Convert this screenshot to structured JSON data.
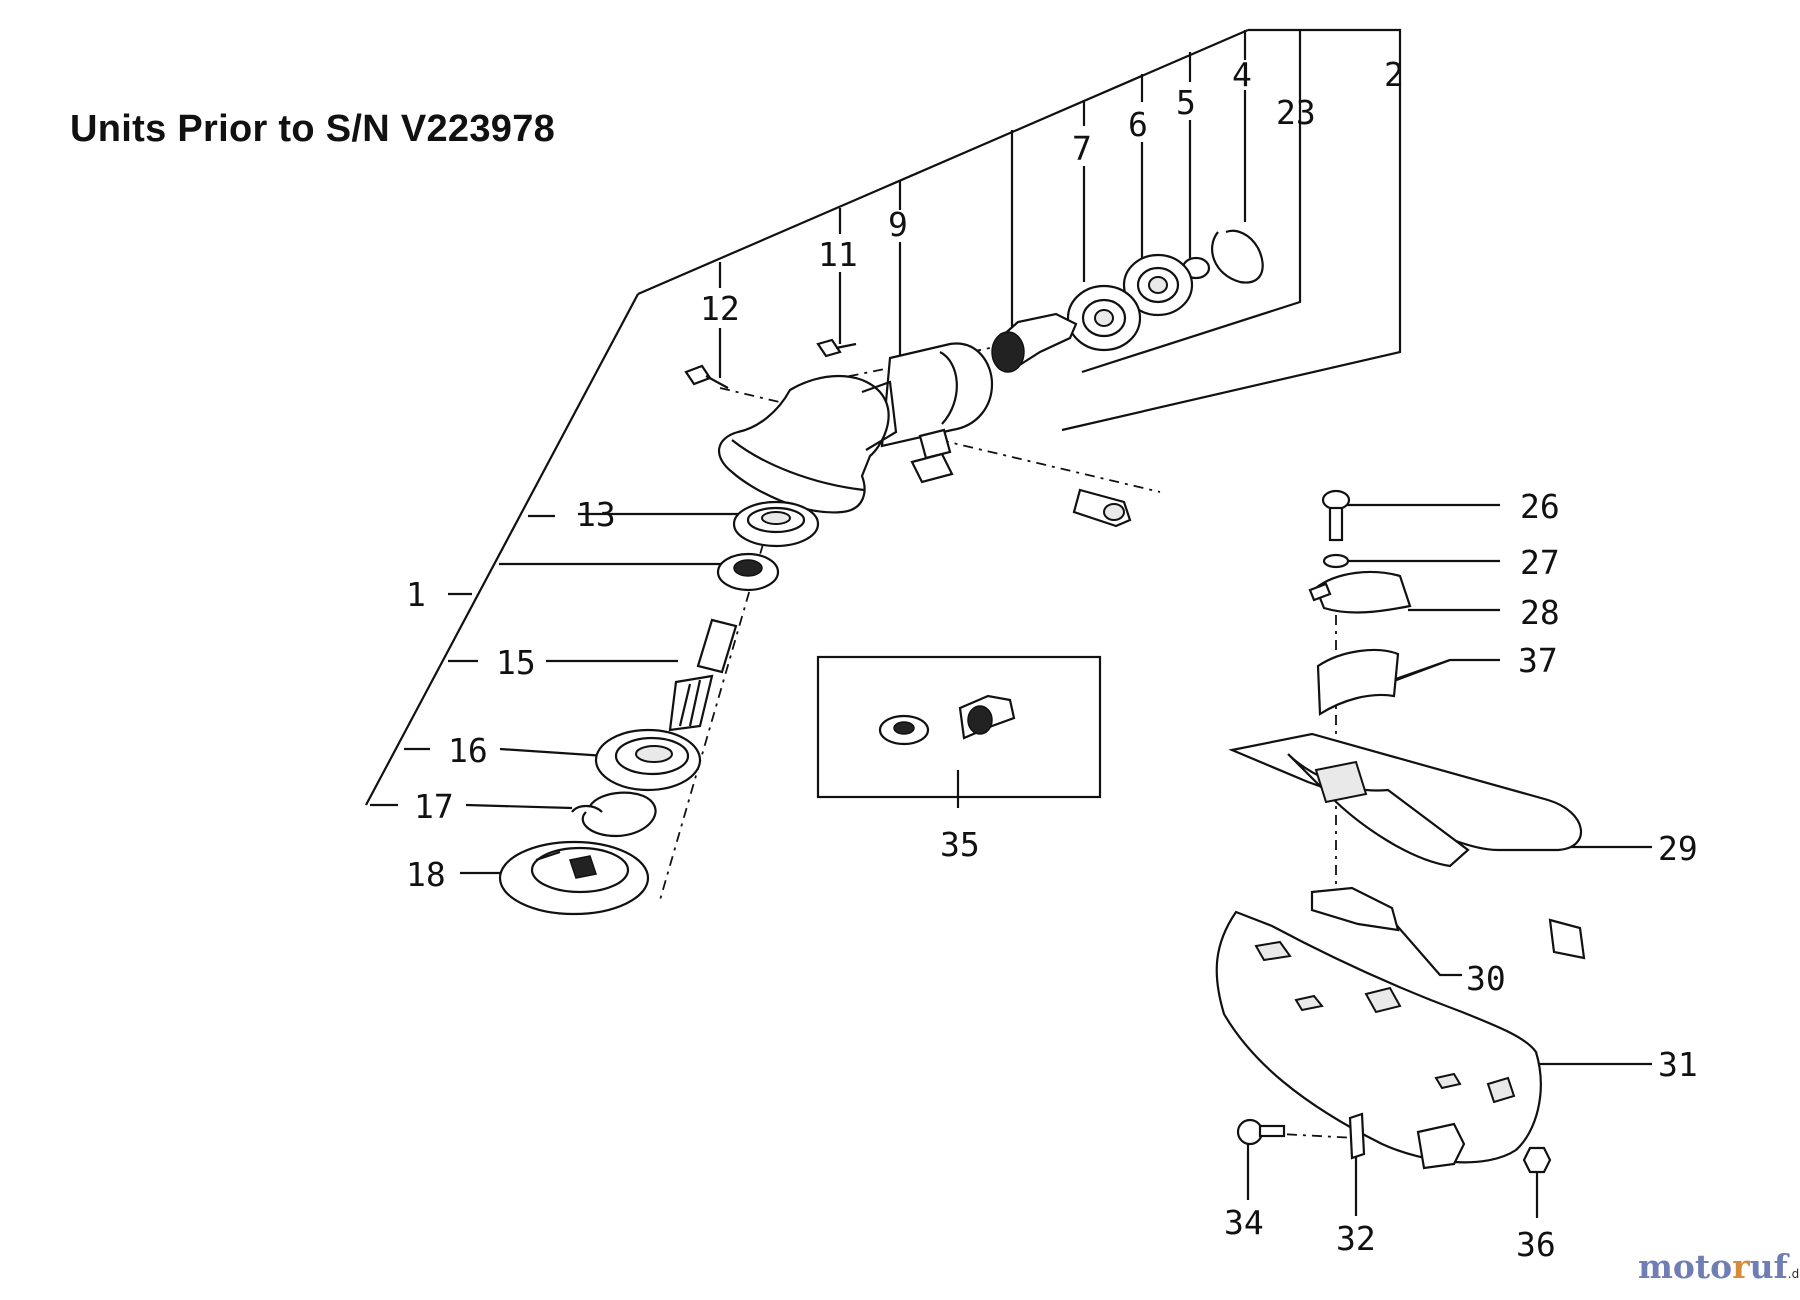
{
  "title": "Units Prior to S/N V223978",
  "watermark": {
    "part1": "moto",
    "part2": "r",
    "part3": "uf",
    "suffix": ".de"
  },
  "callouts": [
    "1",
    "2",
    "4",
    "5",
    "6",
    "7",
    "9",
    "11",
    "12",
    "13",
    "15",
    "16",
    "17",
    "18",
    "23",
    "26",
    "27",
    "28",
    "29",
    "30",
    "31",
    "32",
    "34",
    "35",
    "36",
    "37"
  ]
}
